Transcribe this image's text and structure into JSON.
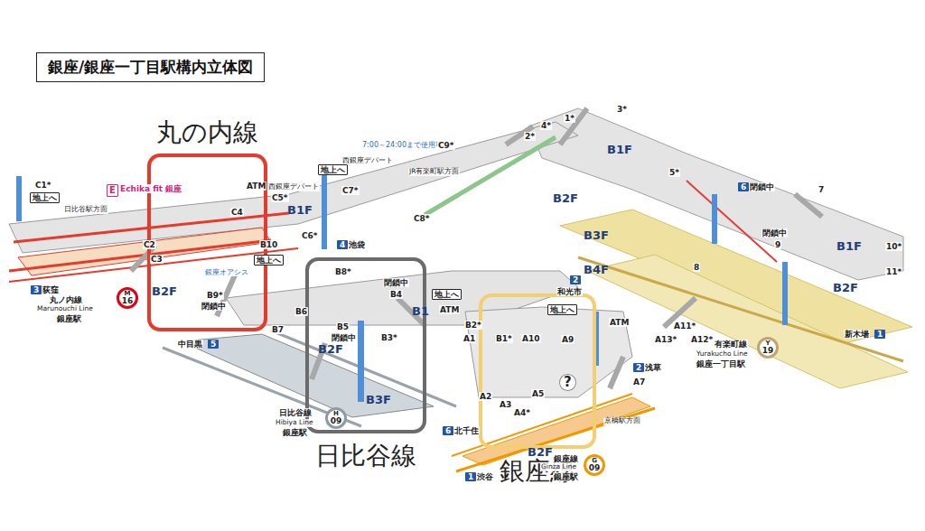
{
  "diagram": {
    "title": "銀座/銀座一丁目駅構内立体図",
    "nodes": [
      {
        "text": [
          "丸の内線"
        ]
      },
      {
        "text": [
          "日比谷線"
        ]
      },
      {
        "text": [
          "銀座線"
        ]
      },
      {
        "text": [
          "M",
          "16"
        ]
      },
      {
        "text": [
          "H",
          "09"
        ],
        "in": 1
      },
      {
        "text": [
          "G",
          "09"
        ]
      },
      {
        "text": [
          "Y",
          "19"
        ]
      }
    ],
    "labels": [
      "E",
      "Echika fit 銀座",
      "C1*",
      "地上へ",
      "日比谷駅方面",
      "ATM",
      "西銀座デパート",
      "C5*",
      "B1F",
      "C4",
      "西銀座デパート",
      "C7*",
      "地上へ",
      "C6*",
      "C8*",
      "JR有楽町駅方面",
      "7:00～24:00まで使用可",
      "C9*",
      "4",
      "池袋",
      "C2",
      "C3",
      "B10",
      "銀座オアシス",
      "地上へ",
      "3",
      "荻窪",
      "丸ノ内線",
      "Marunouchi Line",
      "銀座駅",
      "B2F",
      "B9*",
      "閉鎖中",
      "B8*",
      "閉鎖中",
      "B4",
      "B1",
      "B6",
      "B7",
      "B5",
      "閉鎖中",
      "B2F",
      "B3*",
      "地上へ",
      "中目黒",
      "5",
      "日比谷線",
      "Hibiya Line",
      "銀座駅",
      "B3F",
      "6",
      "北千住",
      "ATM",
      "B2*",
      "A1",
      "B1*",
      "A10",
      "A9",
      "地上へ",
      "ATM",
      "2",
      "浅草",
      "A7",
      "A2",
      "A3",
      "A5",
      "A4*",
      "?",
      "京橋駅方面",
      "B2F",
      "銀座線",
      "Ginza Line",
      "銀座駅",
      "1",
      "渋谷",
      "2",
      "和光市",
      "B4F",
      "B3F",
      "B2F",
      "B1F",
      "1*",
      "2*",
      "3*",
      "4*",
      "5*",
      "6",
      "閉鎖中",
      "7",
      "8",
      "9",
      "閉鎖中",
      "B1F",
      "10*",
      "11*",
      "B2F",
      "A13*",
      "A11*",
      "A12*",
      "有楽町線",
      "Yurakucho Line",
      "銀座一丁目駅",
      "新木場",
      "1"
    ]
  }
}
